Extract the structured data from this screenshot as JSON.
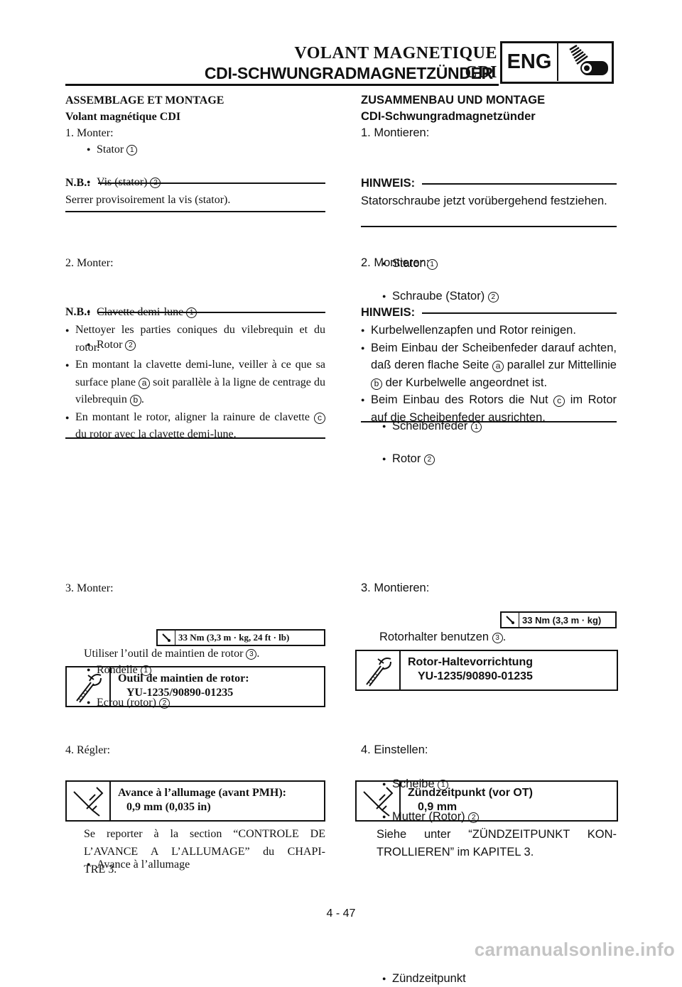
{
  "header": {
    "title_fr": "VOLANT MAGNETIQUE CDI",
    "title_de": "CDI-SCHWUNGRADMAGNETZÜNDER",
    "section_badge": "ENG",
    "section_icon": "engine-icon"
  },
  "fr": {
    "heading1": "ASSEMBLAGE ET MONTAGE",
    "heading2": "Volant magnétique CDI",
    "step1": {
      "label": "1.  Monter:",
      "items": [
        "Stator",
        "Vis (stator)"
      ],
      "refs": [
        "1",
        "2"
      ]
    },
    "note1": {
      "label": "N.B.:",
      "text": "Serrer provisoirement la vis (stator)."
    },
    "step2": {
      "label": "2.  Monter:",
      "items": [
        "Clavette demi-lune",
        "Rotor"
      ],
      "refs": [
        "1",
        "2"
      ]
    },
    "note2": {
      "label": "N.B.:",
      "b1": "Nettoyer les parties coniques du vilebrequin et du rotor.",
      "b2_pre": "En montant la clavette demi-lune, veiller à ce que sa surface plane",
      "b2_ref_a": "a",
      "b2_mid": "soit parallèle à la ligne de centrage du vilebrequin",
      "b2_ref_b": "b",
      "b2_end": ".",
      "b3_pre": "En montant le rotor, aligner la rainure de clavette",
      "b3_ref_c": "c",
      "b3_end": "du rotor avec la clavette demi-lune."
    },
    "step3": {
      "label": "3.  Monter:",
      "items": [
        "Rondelle",
        "Ecrou (rotor)"
      ],
      "refs": [
        "1",
        "2"
      ],
      "torque": "33 Nm (3,3 m · kg, 24 ft · lb)",
      "use_tool": "Utiliser l’outil de maintien de rotor",
      "use_tool_ref": "3",
      "use_tool_end": ".",
      "tool_name": "Outil de maintien de rotor:",
      "tool_code": "YU-1235/90890-01235"
    },
    "step4": {
      "label": "4.  Régler:",
      "item": "Avance à l’allumage",
      "spec_name": "Avance à l’allumage (avant PMH):",
      "spec_value": "0,9 mm (0,035 in)",
      "ref_text_1": "Se reporter à la section “CONTROLE DE",
      "ref_text_2": "L’AVANCE A L’ALLUMAGE” du CHAPI-",
      "ref_text_3": "TRE 3."
    }
  },
  "de": {
    "heading1": "ZUSAMMENBAU UND MONTAGE",
    "heading2": "CDI-Schwungradmagnetzünder",
    "step1": {
      "label": "1.  Montieren:",
      "items": [
        "Stator",
        "Schraube (Stator)"
      ],
      "refs": [
        "1",
        "2"
      ]
    },
    "note1": {
      "label": "HINWEIS:",
      "text": "Statorschraube jetzt vorübergehend festziehen."
    },
    "step2": {
      "label": "2.  Montieren:",
      "items": [
        "Scheibenfeder",
        "Rotor"
      ],
      "refs": [
        "1",
        "2"
      ]
    },
    "note2": {
      "label": "HINWEIS:",
      "b1": "Kurbelwellenzapfen und Rotor reinigen.",
      "b2_pre": "Beim Einbau der Scheibenfeder darauf achten, daß deren flache Seite",
      "b2_ref_a": "a",
      "b2_mid": "parallel zur Mittellinie",
      "b2_ref_b": "b",
      "b2_end": "der Kurbelwelle angeordnet ist.",
      "b3_pre": "Beim Einbau des Rotors die Nut",
      "b3_ref_c": "c",
      "b3_end": "im Rotor auf die Scheibenfeder ausrichten."
    },
    "step3": {
      "label": "3.  Montieren:",
      "items": [
        "Scheibe",
        "Mutter (Rotor)"
      ],
      "refs": [
        "1",
        "2"
      ],
      "torque": "33 Nm (3,3 m · kg)",
      "use_tool": "Rotorhalter benutzen",
      "use_tool_ref": "3",
      "use_tool_end": ".",
      "tool_name": "Rotor-Haltevorrichtung",
      "tool_code": "YU-1235/90890-01235"
    },
    "step4": {
      "label": "4.  Einstellen:",
      "item": "Zündzeitpunkt",
      "spec_name": "Zündzeitpunkt (vor OT)",
      "spec_value": "0,9 mm",
      "ref_text_1": "Siehe unter “ZÜNDZEITPUNKT KON-",
      "ref_text_2": "TROLLIEREN” im KAPITEL 3."
    }
  },
  "footer": {
    "page_number": "4 - 47",
    "watermark": "carmanualsonline.info"
  },
  "icons": {
    "torque": "wrench-torque-icon",
    "tool": "special-tool-icon",
    "spec": "caliper-spec-icon"
  }
}
